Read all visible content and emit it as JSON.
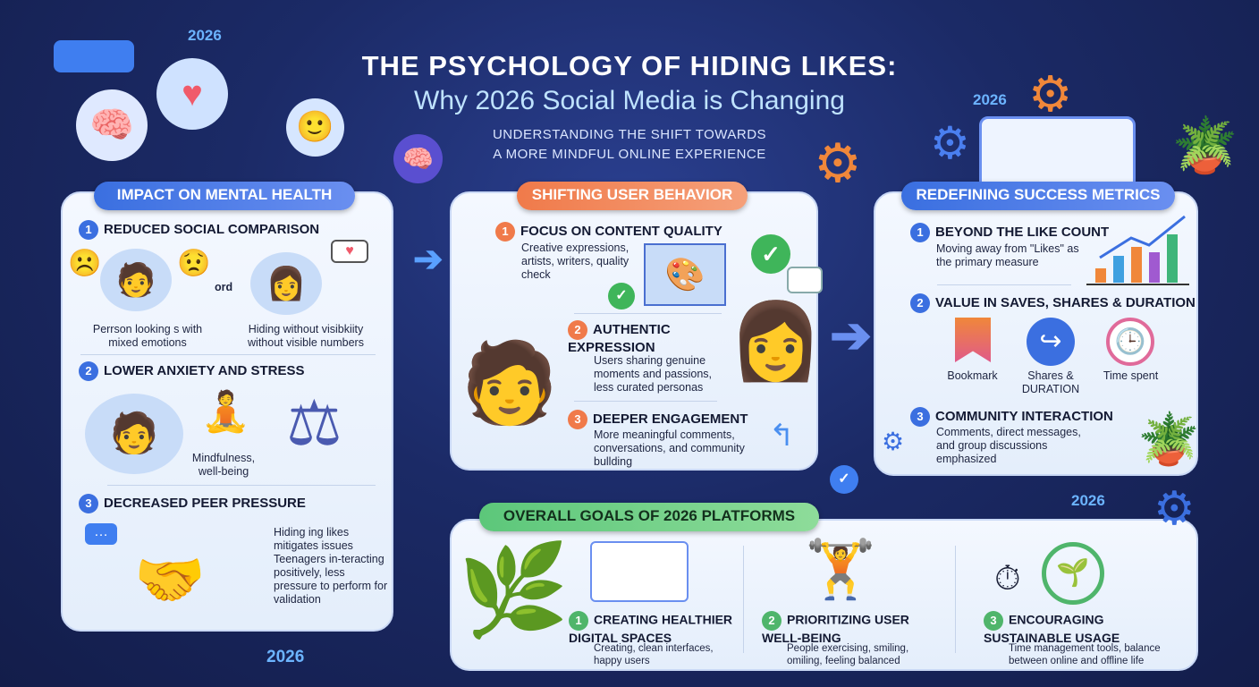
{
  "header": {
    "title": "THE PSYCHOLOGY OF HIDING LIKES:",
    "subtitle": "Why 2026 Social Media is Changing",
    "tagline_line1": "UNDERSTANDING THE SHIFT TOWARDS",
    "tagline_line2": "A MORE MINDFUL ONLINE EXPERIENCE"
  },
  "year_labels": [
    "2026",
    "2026",
    "2026",
    "2026"
  ],
  "mental_health": {
    "title": "IMPACT ON MENTAL HEALTH",
    "items": [
      {
        "number": "1",
        "heading": "REDUCED SOCIAL COMPARISON",
        "caption_left": "Perrson looking s with mixed emotions",
        "connector": "ord",
        "caption_right": "Hiding without visibkiity without visible numbers"
      },
      {
        "number": "2",
        "heading": "LOWER ANXIETY AND STRESS",
        "caption": "Mindfulness, well-being"
      },
      {
        "number": "3",
        "heading": "DECREASED PEER PRESSURE",
        "caption": "Hiding ing likes mitigates issues Teenagers in-teracting positively, less pressure to perform for validation"
      }
    ]
  },
  "user_behavior": {
    "title": "SHIFTING USER BEHAVIOR",
    "items": [
      {
        "number": "1",
        "heading": "FOCUS ON CONTENT QUALITY",
        "text": "Creative expressions, artists, writers, quality check"
      },
      {
        "number": "2",
        "heading": "AUTHENTIC EXPRESSION",
        "text": "Users sharing genuine moments and passions, less curated personas"
      },
      {
        "number": "3",
        "heading": "DEEPER ENGAGEMENT",
        "text": "More meaningful comments, conversations, and community bullding"
      }
    ]
  },
  "success_metrics": {
    "title": "REDEFINING SUCCESS METRICS",
    "items": [
      {
        "number": "1",
        "heading": "BEYOND THE LIKE COUNT",
        "text": "Moving away from \"Likes\" as the primary measure"
      },
      {
        "number": "2",
        "heading": "VALUE IN SAVES, SHARES & DURATION",
        "icons": [
          "Bookmark",
          "Shares & DURATION",
          "Time spent"
        ]
      },
      {
        "number": "3",
        "heading": "COMMUNITY INTERACTION",
        "text": "Comments, direct messages, and group discussions emphasized"
      }
    ]
  },
  "goals": {
    "title": "OVERALL GOALS OF 2026 PLATFORMS",
    "items": [
      {
        "number": "1",
        "heading": "CREATING HEALTHIER DIGITAL SPACES",
        "text": "Creating, clean interfaces, happy users"
      },
      {
        "number": "2",
        "heading": "PRIORITIZING USER WELL-BEING",
        "text": "People exercising, smiling, omiling, feeling balanced"
      },
      {
        "number": "3",
        "heading": "ENCOURAGING SUSTAINABLE USAGE",
        "text": "Time management tools, balance between online and offline life"
      }
    ]
  },
  "colors": {
    "background": "#1b2a66",
    "blue": "#3b6fe0",
    "orange": "#f07a4a",
    "green": "#5cc77a"
  }
}
